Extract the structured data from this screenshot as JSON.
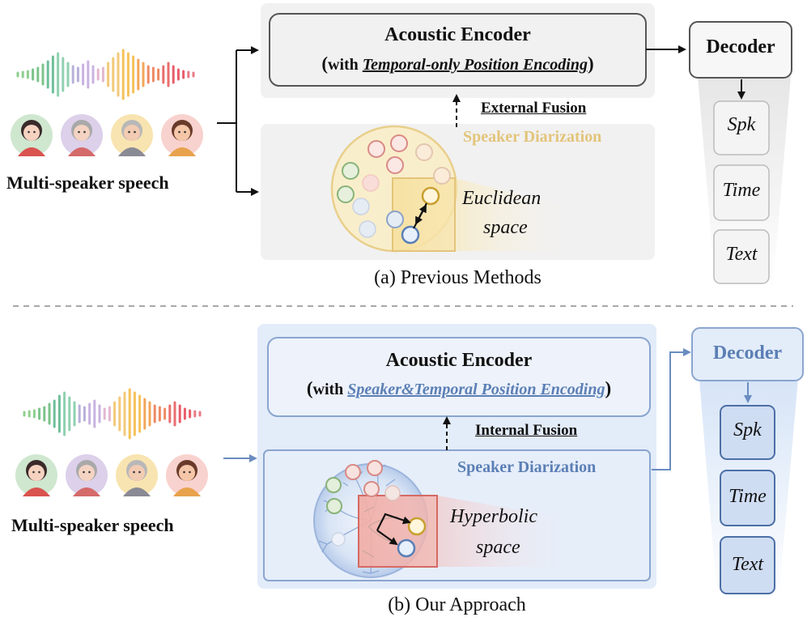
{
  "top": {
    "input_label": "Multi-speaker speech",
    "encoder_title": "Acoustic Encoder",
    "encoder_sub_prefix": "with ",
    "encoder_sub_em": "Temporal-only Position Encoding",
    "fusion_label": "External Fusion",
    "diarization_label": "Speaker Diarization",
    "space_line1": "Euclidean",
    "space_line2": "space",
    "decoder_title": "Decoder",
    "outputs": [
      "Spk",
      "Time",
      "Text"
    ],
    "caption": "(a) Previous  Methods"
  },
  "bottom": {
    "input_label": "Multi-speaker speech",
    "encoder_title": "Acoustic Encoder",
    "encoder_sub_prefix": "with ",
    "encoder_sub_em": "Speaker&Temporal Position Encoding",
    "fusion_label": "Internal Fusion",
    "diarization_label": "Speaker Diarization",
    "space_line1": "Hyperbolic",
    "space_line2": "space",
    "decoder_title": "Decoder",
    "outputs": [
      "Spk",
      "Time",
      "Text"
    ],
    "caption": "(b) Our Approach"
  },
  "colors": {
    "diarization_top": "#e3c47a",
    "diarization_bottom": "#5b7fb5",
    "decoder_bottom": "#5b7fb5",
    "encoder_em_bottom": "#5b7fb5",
    "panel_bg_bottom": "#e3ecf9",
    "panel_bg_top": "#f1f1f1"
  }
}
